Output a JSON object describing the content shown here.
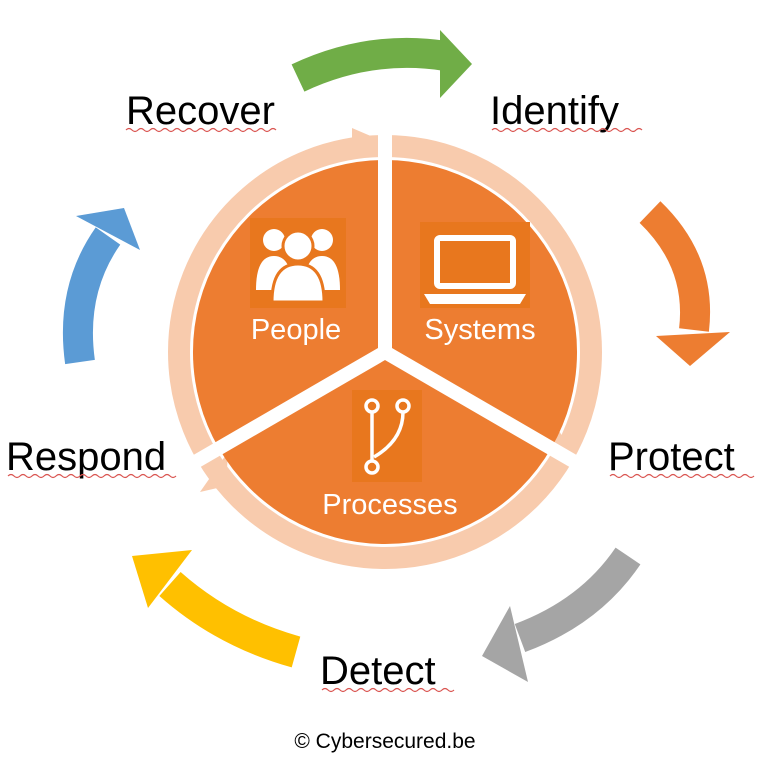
{
  "phases": {
    "identify": {
      "label": "Identify",
      "color": "#70AD47"
    },
    "protect": {
      "label": "Protect",
      "color": "#ED7D31"
    },
    "detect": {
      "label": "Detect",
      "color": "#A5A5A5"
    },
    "respond": {
      "label": "Respond",
      "color": "#FFC000"
    },
    "recover": {
      "label": "Recover",
      "color": "#5B9BD5"
    }
  },
  "core": {
    "people": {
      "label": "People",
      "icon": "people-icon"
    },
    "systems": {
      "label": "Systems",
      "icon": "laptop-icon"
    },
    "processes": {
      "label": "Processes",
      "icon": "branch-icon"
    },
    "fill_color": "#ED7D31",
    "ring_color": "#F8CBAD",
    "icon_box_color": "#E8771E"
  },
  "footer": {
    "copyright": "© Cybersecured.be"
  }
}
